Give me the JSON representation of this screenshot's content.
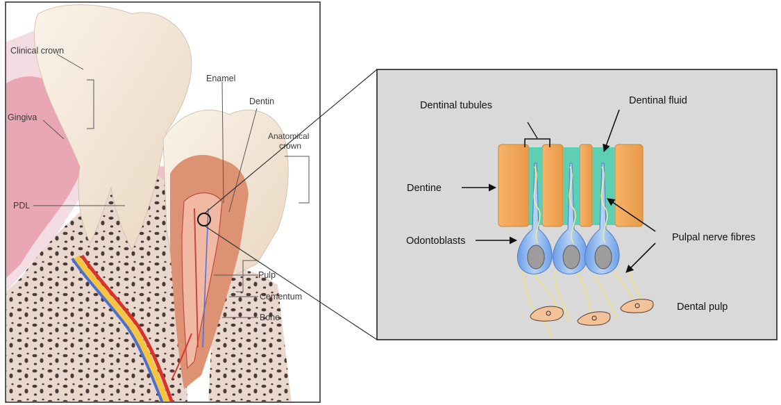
{
  "left_panel": {
    "labels": {
      "clinical_crown": "Clinical crown",
      "gingiva": "Gingiva",
      "enamel": "Enamel",
      "dentin": "Dentin",
      "anatomical_crown": "Anatomical crown",
      "pdl": "PDL",
      "pulp": "Pulp",
      "cementum": "Cementum",
      "bone": "Bone"
    }
  },
  "right_panel": {
    "labels": {
      "dentinal_tubules": "Dentinal tubules",
      "dentinal_fluid": "Dentinal fluid",
      "dentine": "Dentine",
      "odontoblasts": "Odontoblasts",
      "pulpal_nerve_fibres": "Pulpal nerve fibres",
      "dental_pulp": "Dental pulp"
    }
  },
  "colors": {
    "panel_background": "#d9d9d9",
    "dentine": "#f2a95a",
    "dentinal_fluid": "#5fcfb4",
    "odontoblast": "#8fb8ee",
    "nerve_fibre": "#f3ea8a",
    "pulp_cell": "#f2c299",
    "gingiva": "#e8a2b2",
    "enamel": "#f2e6d6",
    "dentin_section": "#dc9072",
    "bone": "#e8d4cc",
    "artery": "#d9342b",
    "vein": "#4a6fd1",
    "nerve": "#f5c542"
  }
}
